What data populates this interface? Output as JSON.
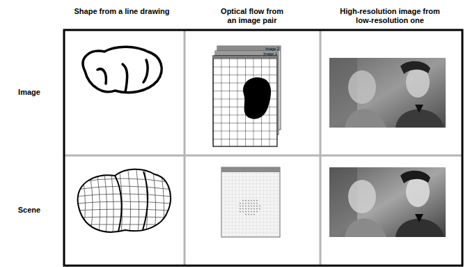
{
  "diagram": {
    "labels": [
      "Shape from a line drawing",
      "Optical flow from an image pair",
      "High-resolution image from low-resolution one",
      "Image",
      "Scene",
      "Image 2",
      "Image 1"
    ]
  }
}
